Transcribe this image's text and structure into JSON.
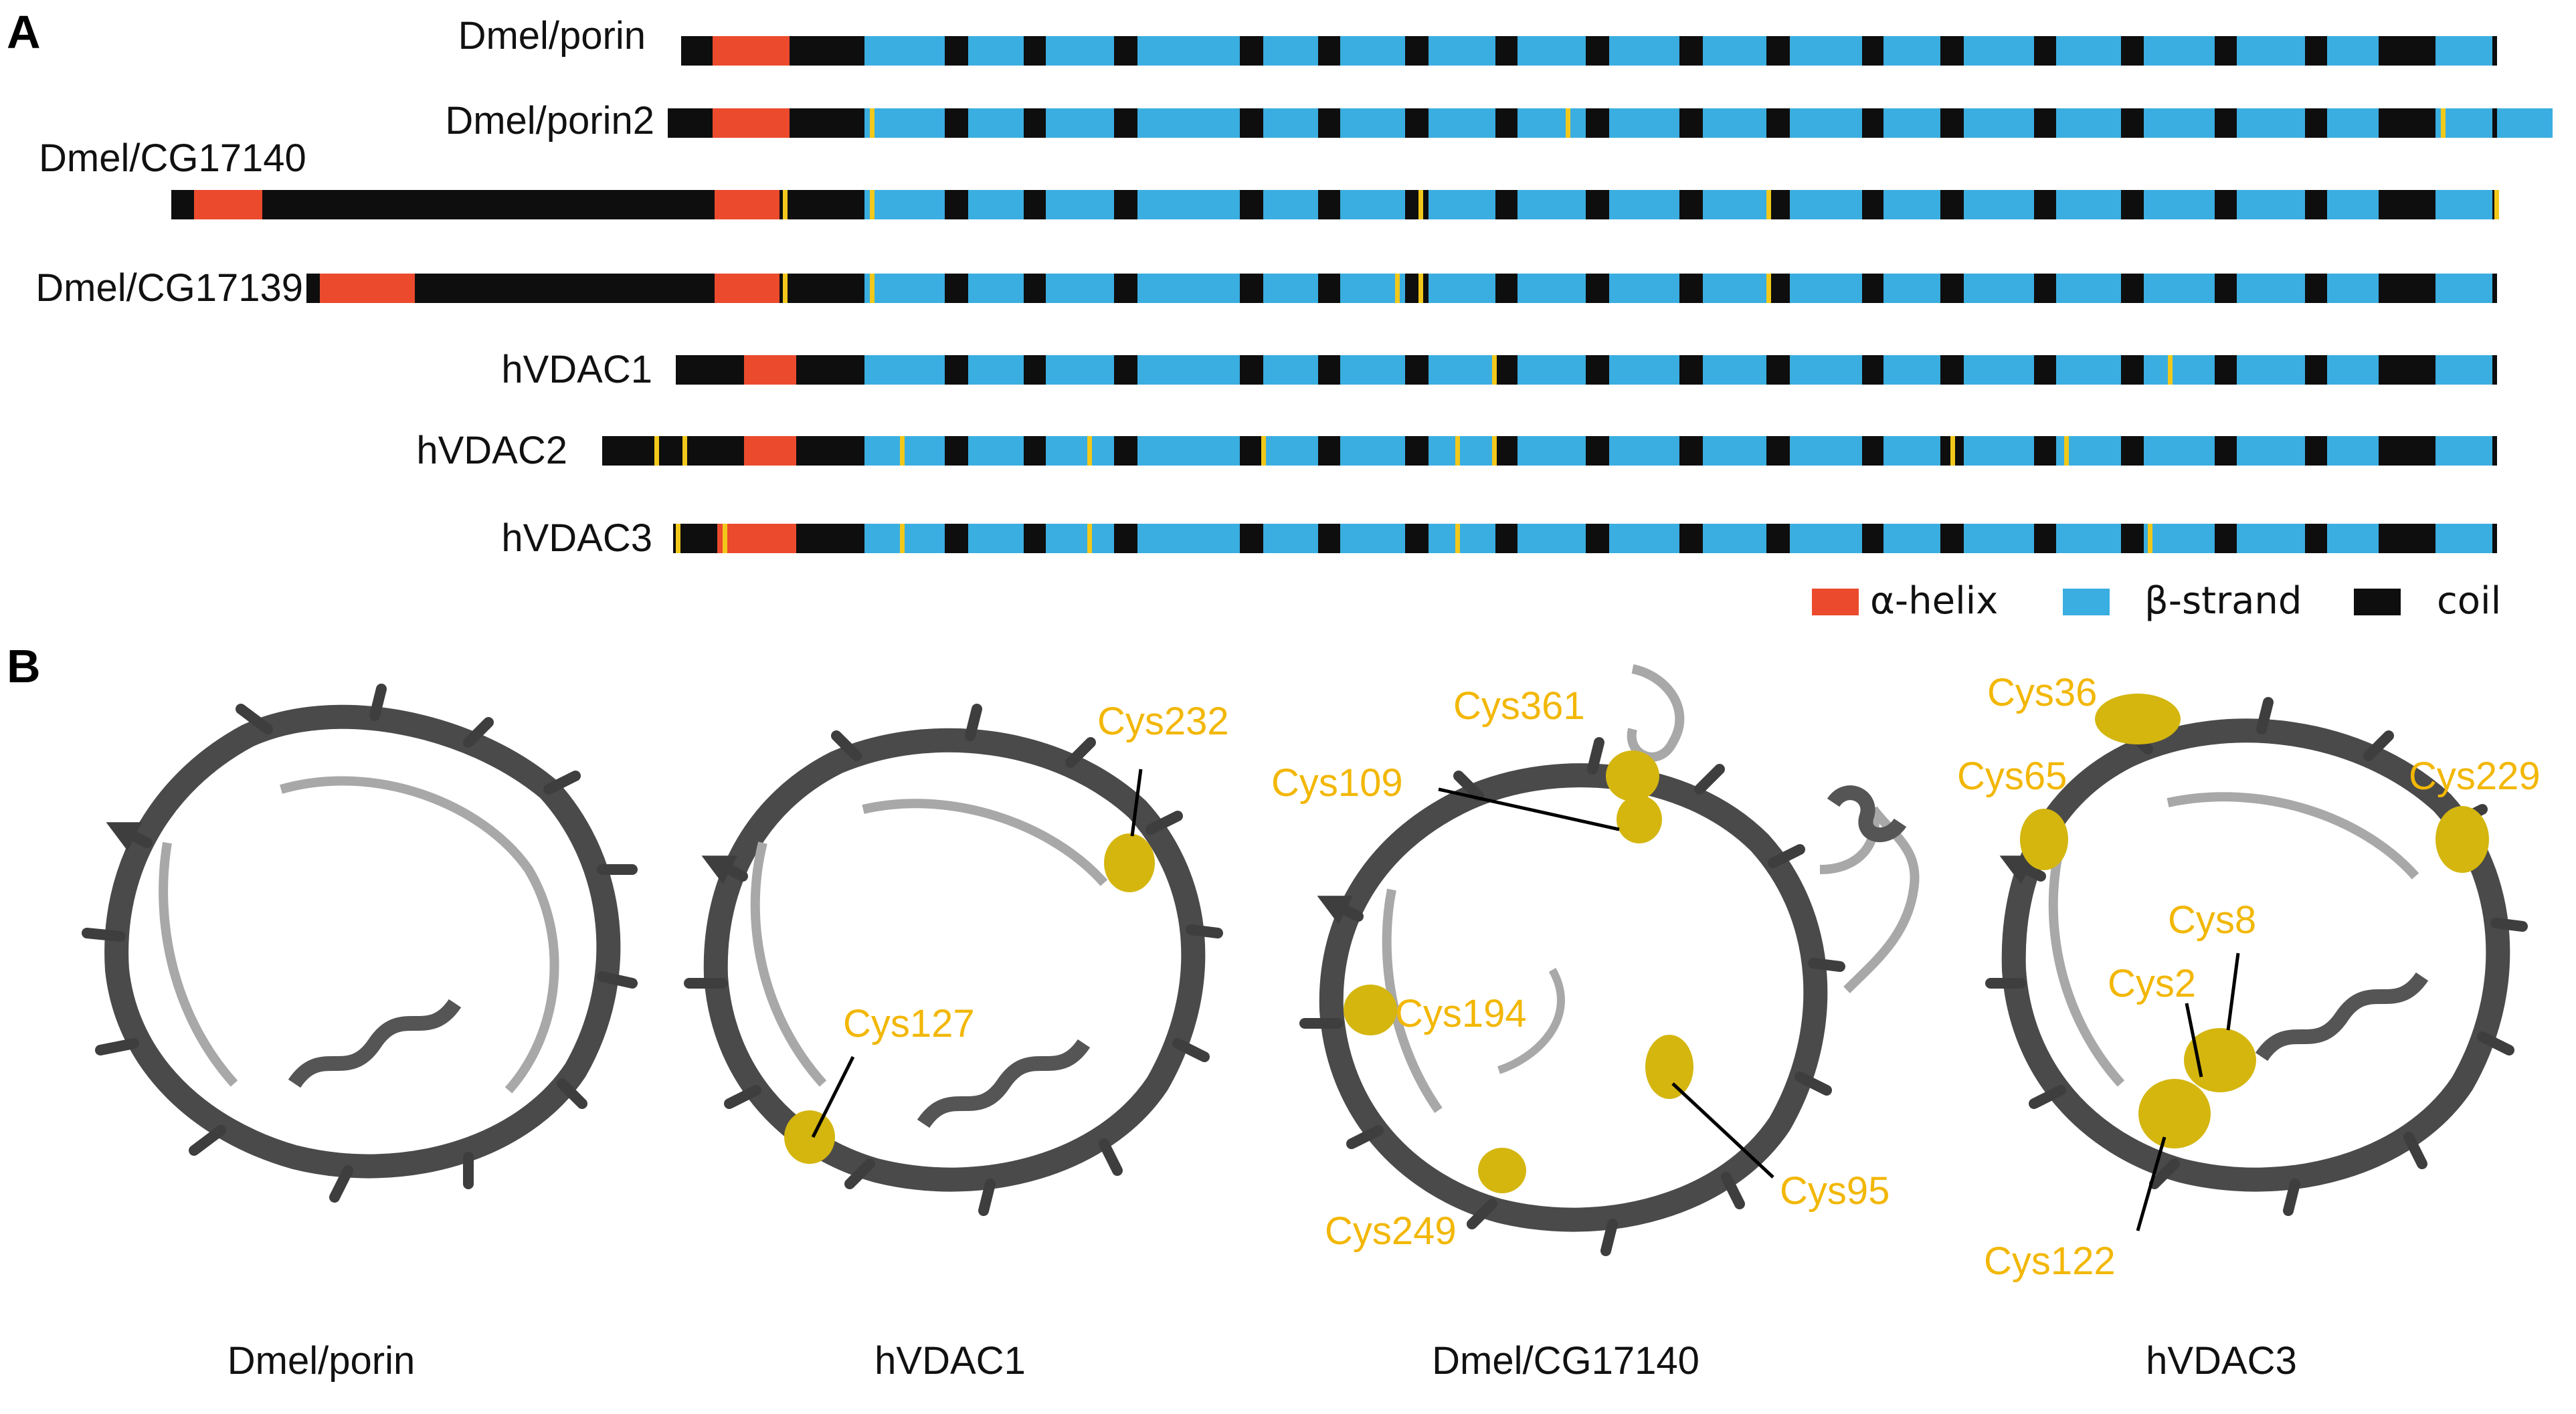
{
  "panels": {
    "a": "A",
    "b": "B"
  },
  "colors": {
    "helix": "#EB4A2D",
    "strand": "#3AAEE0",
    "coil": "#0E0E0E",
    "cysteine": "#F2C81A",
    "label": "#F2B705",
    "ribbon": "#4A4A4A",
    "loop": "#A8A8A8",
    "surface": "#D4B60F"
  },
  "legend": {
    "helix": "α-helix",
    "strand": "β-strand",
    "coil": "coil"
  },
  "sequences": [
    {
      "label": "Dmel/porin"
    },
    {
      "label": "Dmel/porin2"
    },
    {
      "label": "Dmel/CG17140"
    },
    {
      "label": "Dmel/CG17139"
    },
    {
      "label": "hVDAC1"
    },
    {
      "label": "hVDAC2"
    },
    {
      "label": "hVDAC3"
    }
  ],
  "structures": [
    {
      "caption": "Dmel/porin",
      "cysteines": []
    },
    {
      "caption": "hVDAC1",
      "cysteines": [
        "Cys232",
        "Cys127"
      ]
    },
    {
      "caption": "Dmel/CG17140",
      "cysteines": [
        "Cys361",
        "Cys109",
        "Cys194",
        "Cys95",
        "Cys249"
      ]
    },
    {
      "caption": "hVDAC3",
      "cysteines": [
        "Cys36",
        "Cys65",
        "Cys229",
        "Cys8",
        "Cys2",
        "Cys122"
      ]
    }
  ]
}
